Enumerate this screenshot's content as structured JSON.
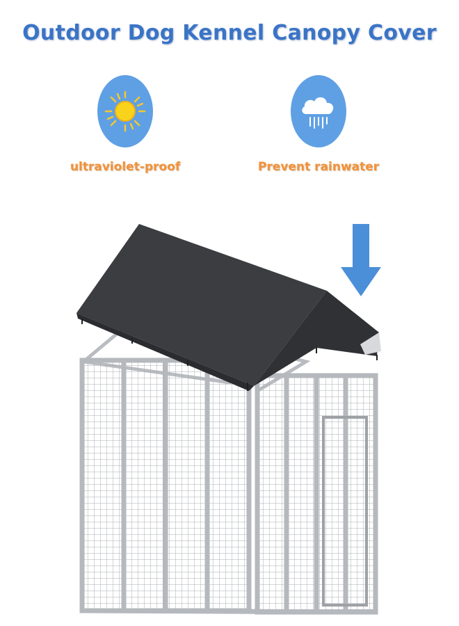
{
  "title": "Outdoor Dog Kennel Canopy Cover",
  "features": [
    {
      "label": "ultraviolet-proof",
      "icon": "sun-icon"
    },
    {
      "label": "Prevent rainwater",
      "icon": "rain-cloud-icon"
    }
  ],
  "illustration": {
    "canopy_color": "#3b3d40",
    "frame_color": "#b9bcc0",
    "arrow_color": "#4b8fd8",
    "arrow_icon": "down-arrow-icon"
  }
}
